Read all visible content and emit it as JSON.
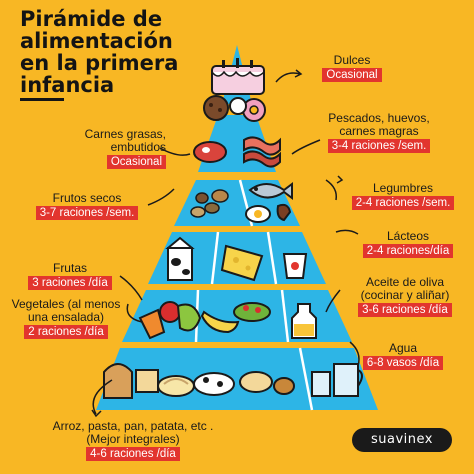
{
  "title": {
    "line1": "Pirámide de",
    "line2": "alimentación",
    "line3": "en la primera",
    "line4": "infancia"
  },
  "labels": {
    "dulces": {
      "name": "Dulces",
      "tag": "Ocasional"
    },
    "carnes_grasas": {
      "name_line1": "Carnes grasas,",
      "name_line2": "embutidos",
      "tag": "Ocasional"
    },
    "pescados": {
      "name_line1": "Pescados, huevos,",
      "name_line2": "carnes magras",
      "tag": "3-4 raciones /sem."
    },
    "frutos_secos": {
      "name": "Frutos secos",
      "tag": "3-7 raciones /sem."
    },
    "legumbres": {
      "name": "Legumbres",
      "tag": "2-4 raciones /sem."
    },
    "lacteos": {
      "name": "Lácteos",
      "tag": "2-4 raciones/día"
    },
    "frutas": {
      "name": "Frutas",
      "tag": "3 raciones /día"
    },
    "vegetales": {
      "name_line1": "Vegetales (al menos",
      "name_line2": "una ensalada)",
      "tag": "2 raciones /día"
    },
    "aceite": {
      "name_line1": "Aceite de oliva",
      "name_line2": "(cocinar y aliñar)",
      "tag": "3-6 raciones /día"
    },
    "agua": {
      "name": "Agua",
      "tag": "6-8 vasos /día"
    },
    "cereales": {
      "name_line1": "Arroz, pasta, pan, patata, etc .",
      "name_line2": "(Mejor integrales)",
      "tag": "4-6 raciones /día"
    }
  },
  "brand": "suavinex",
  "colors": {
    "background": "#F8B724",
    "pyramid": "#2DB5E6",
    "tag": "#E2352E",
    "text": "#1a1a1a"
  }
}
